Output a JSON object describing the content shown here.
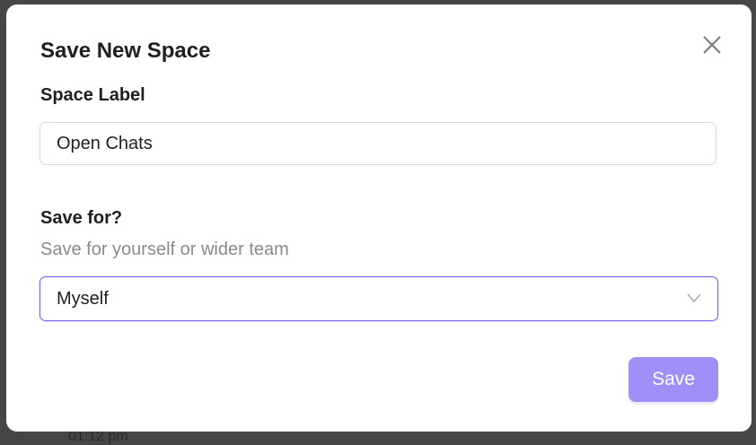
{
  "background": {
    "time_text": "01:12 pm"
  },
  "modal": {
    "title": "Save New Space",
    "space_label": {
      "label": "Space Label",
      "value": "Open Chats"
    },
    "save_for": {
      "label": "Save for?",
      "hint": "Save for yourself or wider team",
      "selected": "Myself"
    },
    "save_label": "Save",
    "accent_color": "#a08ff7",
    "focus_border_color": "#7c5cf5"
  }
}
